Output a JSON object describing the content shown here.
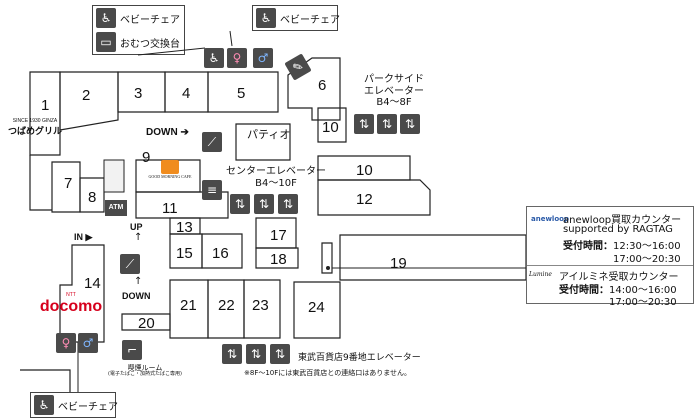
{
  "stores": {
    "s1": "1",
    "s2": "2",
    "s3": "3",
    "s4": "4",
    "s5": "5",
    "s6": "6",
    "s7": "7",
    "s8": "8",
    "s9": "9",
    "s10a": "10",
    "s10b": "10",
    "s11": "11",
    "s12": "12",
    "s13": "13",
    "s14": "14",
    "s15": "15",
    "s16": "16",
    "s17": "17",
    "s18": "18",
    "s19": "19",
    "s20": "20",
    "s21": "21",
    "s22": "22",
    "s23": "23",
    "s24": "24"
  },
  "labels": {
    "baby_chair": "ベビーチェア",
    "diaper": "おむつ交換台",
    "baby_chair_2": "ベビーチェア",
    "baby_chair_3": "ベビーチェア",
    "parkside_elevator": "パークサイド\nエレベーター\nB4～8F",
    "center_elevator": "センターエレベーター\nB4～10F",
    "patio": "パティオ",
    "down_top": "DOWN",
    "up": "UP",
    "down_bottom": "DOWN",
    "in": "IN",
    "atm": "ATM",
    "smoking_room": "喫煙ルーム",
    "smoking_note": "(電子たばこ・加熱式たばこ専用)",
    "tobu_elevator": "東武百貨店9番地エレベーター",
    "tobu_note": "※8F～10Fには東武百貨店との連絡口はありません。",
    "tsubame_top": "SINCE 1930 GINZA",
    "tsubame_bottom": "つばめグリル",
    "good_morning": "GOOD MORNING CAFE",
    "docomo_top": "NTT",
    "docomo": "docomo"
  },
  "counters": {
    "anewloop": {
      "logo": "anewloop",
      "title": "anewloop買取カウンター",
      "subtitle": "supported by RAGTAG",
      "hours_label": "受付時間：",
      "hours_1": "12:30～16:00",
      "hours_2": "17:00～20:30"
    },
    "lumine": {
      "logo": "Lumine",
      "title": "アイルミネ受取カウンター",
      "hours_label": "受付時間：",
      "hours_1": "14:00～16:00",
      "hours_2": "17:00～20:30"
    }
  },
  "icons": {
    "baby_chair": "baby-chair-icon",
    "diaper": "diaper-table-icon",
    "wheelchair": "wheelchair-icon",
    "women": "women-restroom-icon",
    "men": "men-restroom-icon",
    "water": "water-fountain-icon",
    "elevator": "elevator-icon",
    "escalator": "escalator-icon",
    "smoking": "smoking-icon"
  },
  "colors": {
    "outline": "#222222",
    "icon_bg": "#4a4a4a",
    "women": "#ff8cb4",
    "men": "#7fb6ff",
    "docomo_red": "#d6001c",
    "cafe_orange": "#f08c1e"
  }
}
